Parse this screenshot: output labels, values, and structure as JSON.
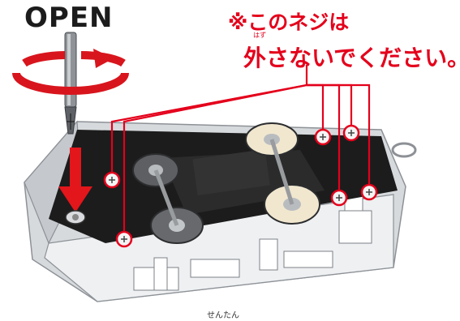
{
  "open_label": "OPEN",
  "warning": {
    "line1": "※このネジは",
    "ruby": "はず",
    "line2": "外さないでください。"
  },
  "bottom_ruby": "せんたん",
  "colors": {
    "warning_red": "#e4001b",
    "rotation_arrow": "#d8151d",
    "down_arrow": "#e2161b",
    "chassis_black": "#1a1a1a",
    "body_silver": "#cfd2d5"
  },
  "icons": [
    "rotation-arrow-icon",
    "screwdriver-icon",
    "down-arrow-icon",
    "screw-marker-icon"
  ]
}
